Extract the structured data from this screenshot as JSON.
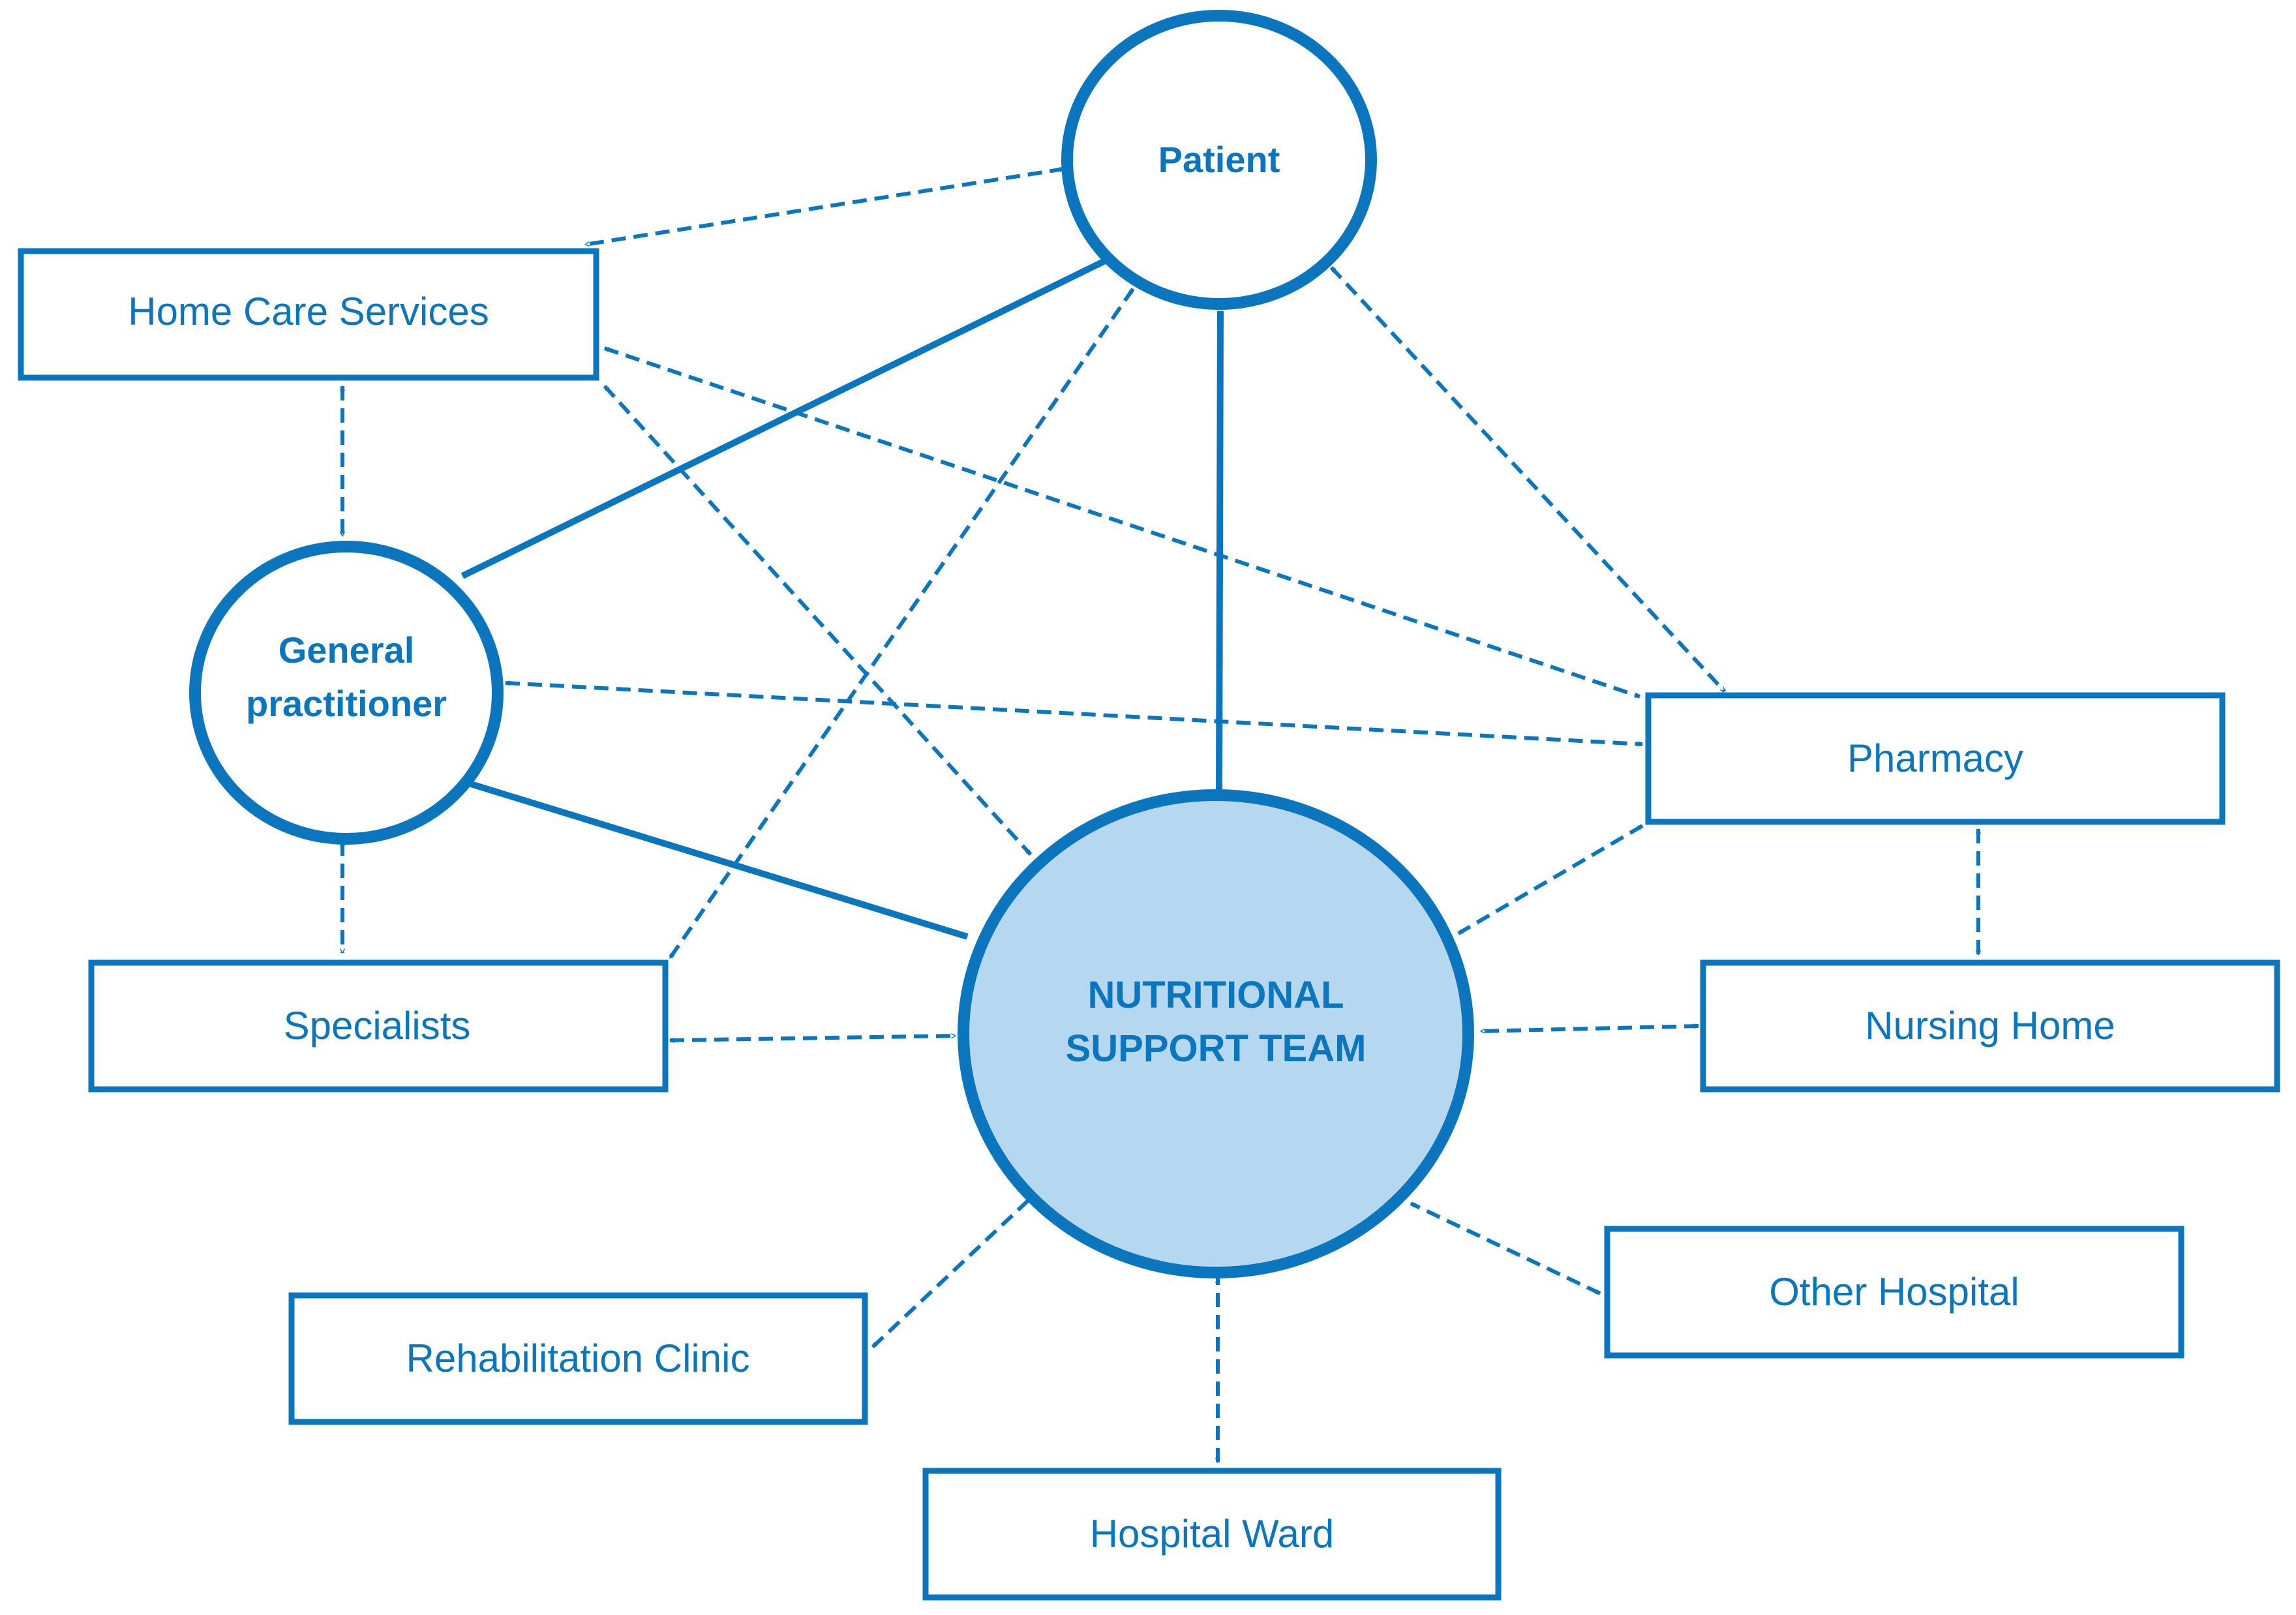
{
  "diagram": {
    "accent_color": "#0B75BD",
    "hub_fill_color": "#B5D8F0",
    "background_color": "#FFFFFF",
    "nodes": {
      "patient": {
        "label": "Patient"
      },
      "gp": {
        "line1": "General",
        "line2": "practitioner"
      },
      "nst": {
        "line1": "NUTRITIONAL",
        "line2": "SUPPORT TEAM"
      },
      "home_care": {
        "label": "Home Care Services"
      },
      "specialists": {
        "label": "Specialists"
      },
      "pharmacy": {
        "label": "Pharmacy"
      },
      "nursing_home": {
        "label": "Nursing Home"
      },
      "rehab": {
        "label": "Rehabilitation Clinic"
      },
      "hospital_ward": {
        "label": "Hospital Ward"
      },
      "other_hospital": {
        "label": "Other Hospital"
      }
    },
    "connections": [
      {
        "from": "patient",
        "to": "gp",
        "style": "solid"
      },
      {
        "from": "patient",
        "to": "nst",
        "style": "solid"
      },
      {
        "from": "gp",
        "to": "nst",
        "style": "solid"
      },
      {
        "from": "patient",
        "to": "home_care",
        "style": "dashed"
      },
      {
        "from": "patient",
        "to": "specialists",
        "style": "dashed"
      },
      {
        "from": "patient",
        "to": "pharmacy",
        "style": "dashed"
      },
      {
        "from": "home_care",
        "to": "gp",
        "style": "dashed"
      },
      {
        "from": "home_care",
        "to": "nst",
        "style": "dashed"
      },
      {
        "from": "home_care",
        "to": "pharmacy",
        "style": "dashed"
      },
      {
        "from": "gp",
        "to": "pharmacy",
        "style": "dashed"
      },
      {
        "from": "gp",
        "to": "specialists",
        "style": "dashed"
      },
      {
        "from": "specialists",
        "to": "nst",
        "style": "dashed"
      },
      {
        "from": "pharmacy",
        "to": "nst",
        "style": "dashed"
      },
      {
        "from": "pharmacy",
        "to": "nursing_home",
        "style": "dashed"
      },
      {
        "from": "nursing_home",
        "to": "nst",
        "style": "dashed"
      },
      {
        "from": "rehab",
        "to": "nst",
        "style": "dashed"
      },
      {
        "from": "hospital_ward",
        "to": "nst",
        "style": "dashed"
      },
      {
        "from": "other_hospital",
        "to": "nst",
        "style": "dashed"
      }
    ]
  }
}
